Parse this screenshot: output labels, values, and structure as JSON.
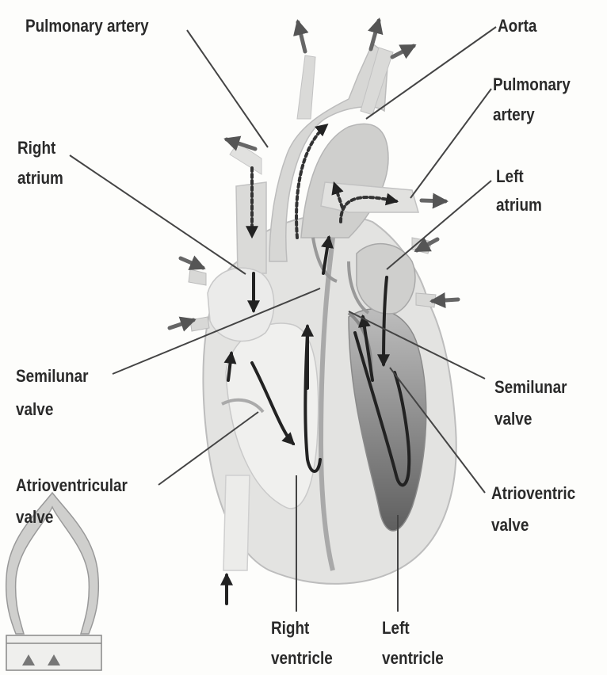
{
  "labels": {
    "pulmonary_artery_top": "Pulmonary artery",
    "aorta": "Aorta",
    "pulmonary_artery_right_1": "Pulmonary",
    "pulmonary_artery_right_2": "artery",
    "right_atrium_1": "Right",
    "right_atrium_2": "atrium",
    "left_atrium_1": "Left",
    "left_atrium_2": "atrium",
    "semilunar_left_1": "Semilunar",
    "semilunar_left_2": "valve",
    "semilunar_right_1": "Semilunar",
    "semilunar_right_2": "valve",
    "av_left_1": "Atrioventricular",
    "av_left_2": "valve",
    "av_right_1": "Atrioventric",
    "av_right_2": "valve",
    "right_ventricle_1": "Right",
    "right_ventricle_2": "ventricle",
    "left_ventricle_1": "Left",
    "left_ventricle_2": "ventricle"
  }
}
